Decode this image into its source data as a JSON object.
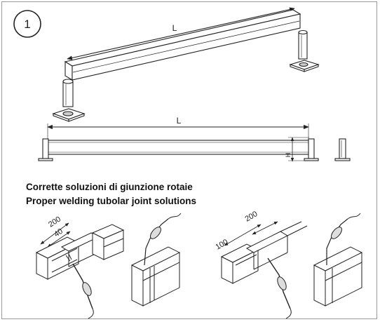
{
  "step": {
    "number": "1"
  },
  "captions": {
    "italian": "Corrette soluzioni di giunzione rotaie",
    "english": "Proper welding tubolar joint solutions"
  },
  "dimensions": {
    "length_top": "L",
    "length_side": "L",
    "height": "H",
    "joint_left_outer": "200",
    "joint_left_inner": "40",
    "joint_right_outer": "200",
    "joint_right_inner": "100"
  }
}
